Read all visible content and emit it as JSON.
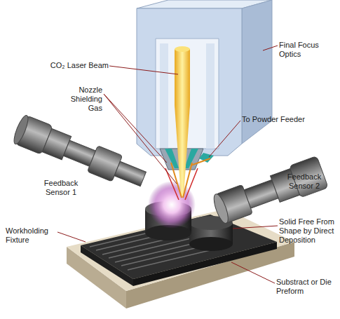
{
  "diagram": {
    "labels": [
      "CO₂ Laser Beam",
      "Final Focus Optics",
      "Nozzle Shielding Gas",
      "To Powder Feeder",
      "Feedback Sensor 1",
      "Feedback Sensor 2",
      "Workholding Fixture",
      "Solid Free From Shape by Direct Deposition",
      "Substract or Die Preform"
    ]
  }
}
